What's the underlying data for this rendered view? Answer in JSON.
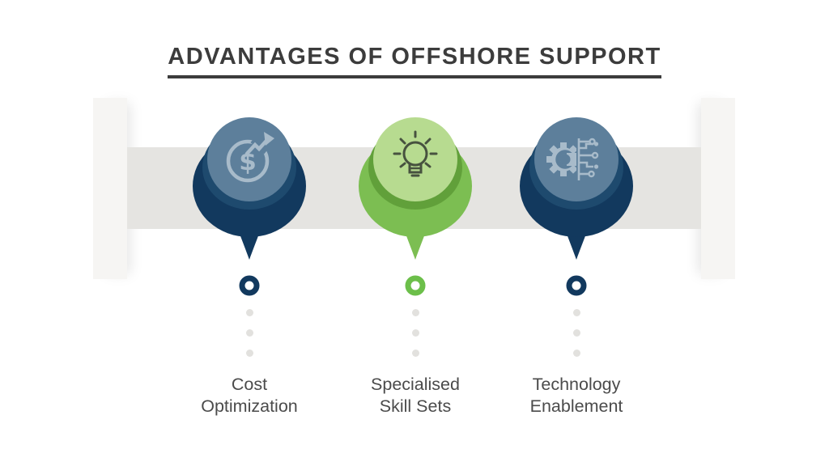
{
  "title": "ADVANTAGES OF OFFSHORE SUPPORT",
  "items": [
    {
      "id": "cost-optimization",
      "label": "Cost Optimization",
      "label_lines": [
        "Cost",
        "Optimization"
      ],
      "icon": "dollar-growth-cycle-icon",
      "colors": {
        "outer": "#12395e",
        "mid": "#1e4a6e",
        "top": "#5d7f9b",
        "icon": "#a8bbca",
        "ring": "#12395e"
      }
    },
    {
      "id": "specialised-skill-sets",
      "label": "Specialised Skill Sets",
      "label_lines": [
        "Specialised",
        "Skill Sets"
      ],
      "icon": "lightbulb-icon",
      "colors": {
        "outer": "#7cbe52",
        "mid": "#61a03a",
        "top": "#b7db90",
        "icon": "#47523f",
        "ring": "#6cbf4a"
      }
    },
    {
      "id": "technology-enablement",
      "label": "Technology Enablement",
      "label_lines": [
        "Technology",
        "Enablement"
      ],
      "icon": "gear-circuit-icon",
      "colors": {
        "outer": "#12395e",
        "mid": "#1e4a6e",
        "top": "#5d7f9b",
        "icon": "#a8bbca",
        "ring": "#12395e"
      }
    }
  ],
  "decor": {
    "band_color": "#e5e4e1",
    "side_panel_color": "#f6f5f3",
    "trail_dot_color": "#e2e1de",
    "title_color": "#3c3c3c",
    "label_color": "#4b4b4b",
    "background_color": "#ffffff"
  }
}
